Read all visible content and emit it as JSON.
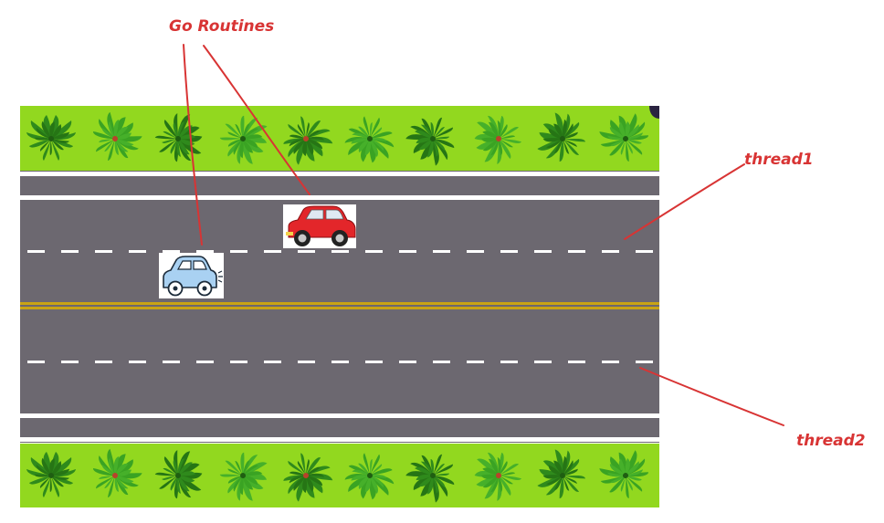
{
  "annotations": {
    "goroutines": "Go Routines",
    "thread1": "thread1",
    "thread2": "thread2"
  },
  "colors": {
    "grass": "#92d81f",
    "road": "#6c6870",
    "lane_marking": "#ffffff",
    "center_line": "#c9a414",
    "annotation": "#d83434",
    "red_car": "#e3262a",
    "blue_car": "#a9d1f2"
  },
  "icons": {
    "vegetation": "plant-icon",
    "car_red": "red-car-icon",
    "car_blue": "blue-car-icon"
  }
}
